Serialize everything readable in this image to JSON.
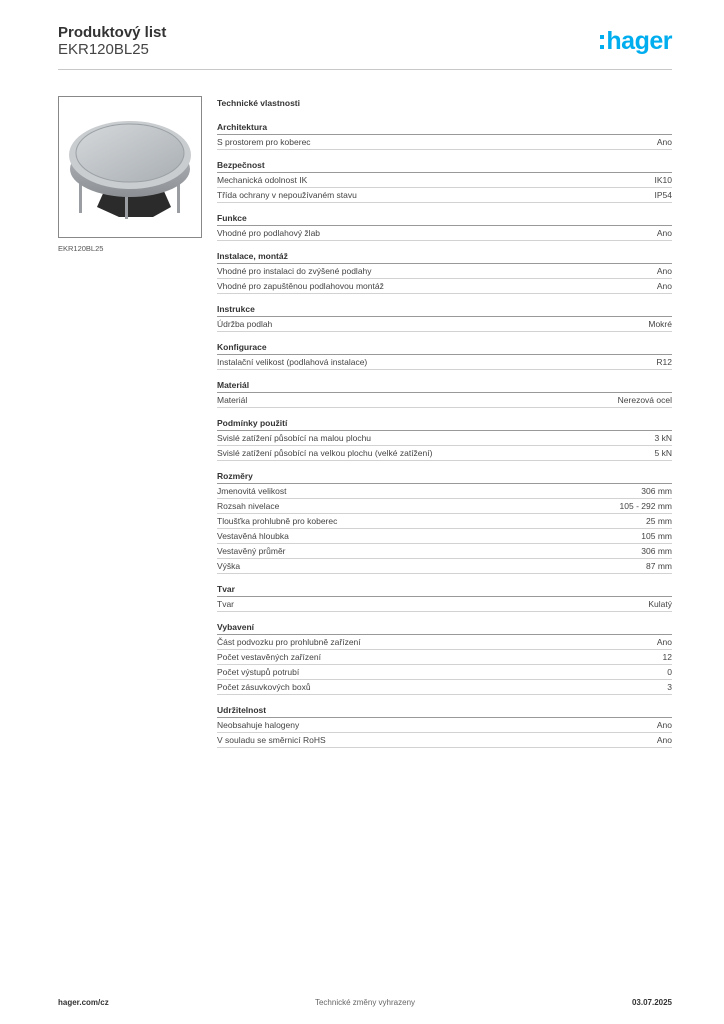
{
  "header": {
    "title": "Produktový list",
    "code": "EKR120BL25",
    "logo": "hager"
  },
  "product": {
    "image_caption": "EKR120BL25"
  },
  "specs": {
    "heading": "Technické vlastnosti",
    "groups": [
      {
        "title": "Architektura",
        "rows": [
          {
            "label": "S prostorem pro koberec",
            "value": "Ano"
          }
        ]
      },
      {
        "title": "Bezpečnost",
        "rows": [
          {
            "label": "Mechanická odolnost IK",
            "value": "IK10"
          },
          {
            "label": "Třída ochrany v nepoužívaném stavu",
            "value": "IP54"
          }
        ]
      },
      {
        "title": "Funkce",
        "rows": [
          {
            "label": "Vhodné pro podlahový žlab",
            "value": "Ano"
          }
        ]
      },
      {
        "title": "Instalace, montáž",
        "rows": [
          {
            "label": "Vhodné pro instalaci do zvýšené podlahy",
            "value": "Ano"
          },
          {
            "label": "Vhodné pro zapuštěnou podlahovou montáž",
            "value": "Ano"
          }
        ]
      },
      {
        "title": "Instrukce",
        "rows": [
          {
            "label": "Údržba podlah",
            "value": "Mokré"
          }
        ]
      },
      {
        "title": "Konfigurace",
        "rows": [
          {
            "label": "Instalační velikost (podlahová instalace)",
            "value": "R12"
          }
        ]
      },
      {
        "title": "Materiál",
        "rows": [
          {
            "label": "Materiál",
            "value": "Nerezová ocel"
          }
        ]
      },
      {
        "title": "Podmínky použití",
        "rows": [
          {
            "label": "Svislé zatížení působící na malou plochu",
            "value": "3 kN"
          },
          {
            "label": "Svislé zatížení působící na velkou plochu (velké zatížení)",
            "value": "5 kN"
          }
        ]
      },
      {
        "title": "Rozměry",
        "rows": [
          {
            "label": "Jmenovitá velikost",
            "value": "306 mm"
          },
          {
            "label": "Rozsah nivelace",
            "value": "105 - 292 mm"
          },
          {
            "label": "Tloušťka prohlubně pro koberec",
            "value": "25 mm"
          },
          {
            "label": "Vestavěná hloubka",
            "value": "105 mm"
          },
          {
            "label": "Vestavěný průměr",
            "value": "306 mm"
          },
          {
            "label": "Výška",
            "value": "87 mm"
          }
        ]
      },
      {
        "title": "Tvar",
        "rows": [
          {
            "label": "Tvar",
            "value": "Kulatý"
          }
        ]
      },
      {
        "title": "Vybavení",
        "rows": [
          {
            "label": "Část podvozku pro prohlubně zařízení",
            "value": "Ano"
          },
          {
            "label": "Počet vestavěných zařízení",
            "value": "12"
          },
          {
            "label": "Počet výstupů potrubí",
            "value": "0"
          },
          {
            "label": "Počet zásuvkových boxů",
            "value": "3"
          }
        ]
      },
      {
        "title": "Udržitelnost",
        "rows": [
          {
            "label": "Neobsahuje halogeny",
            "value": "Ano"
          },
          {
            "label": "V souladu se směrnicí RoHS",
            "value": "Ano"
          }
        ]
      }
    ]
  },
  "footer": {
    "website": "hager.com/cz",
    "note": "Technické změny vyhrazeny",
    "date": "03.07.2025"
  },
  "colors": {
    "brand": "#00aeef"
  }
}
